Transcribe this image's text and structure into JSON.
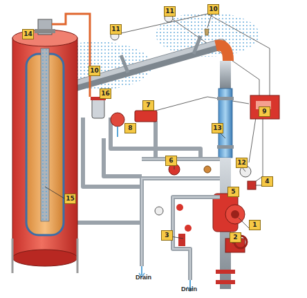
{
  "diagram": {
    "labels": [
      "11",
      "10",
      "11",
      "10",
      "14",
      "16",
      "7",
      "8",
      "9",
      "13",
      "6",
      "12",
      "4",
      "5",
      "15",
      "1",
      "3",
      "2",
      "Drain",
      "Drain"
    ]
  }
}
